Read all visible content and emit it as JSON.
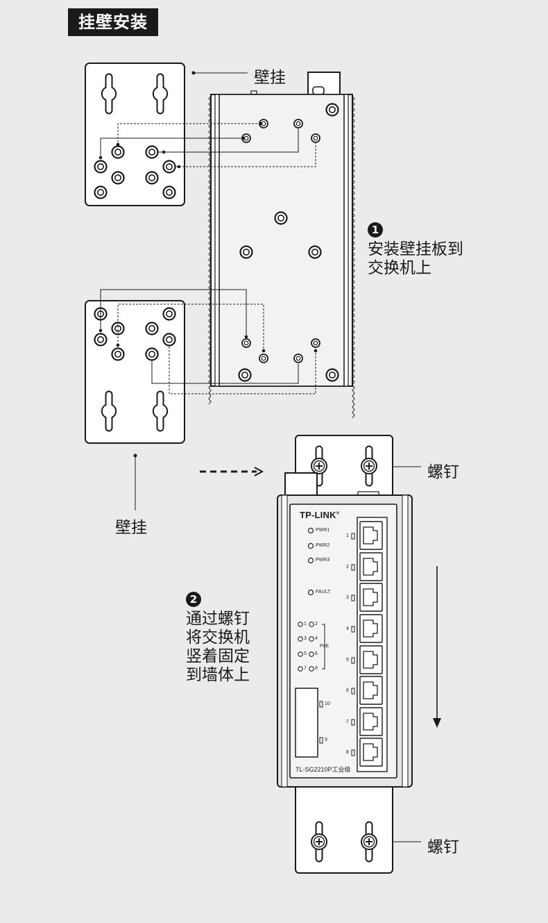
{
  "title": "挂壁安装",
  "labels": {
    "bracket_top": "壁挂",
    "bracket_bottom": "壁挂",
    "screw_top": "螺钉",
    "screw_bottom": "螺钉"
  },
  "steps": [
    {
      "number": "1",
      "text": "安装壁挂板到\n交换机上"
    },
    {
      "number": "2",
      "text": "通过螺钉\n将交换机\n竖着固定\n到墙体上"
    }
  ],
  "device": {
    "brand": "TP-LINK",
    "brand_mark": "®",
    "leds": [
      "PWR1",
      "PWR2",
      "PWR3",
      "FAULT"
    ],
    "poe_numbers": [
      "1",
      "2",
      "3",
      "4",
      "5",
      "6",
      "7",
      "8"
    ],
    "poe_label": "PoE",
    "ports": [
      "1",
      "2",
      "3",
      "4",
      "5",
      "6",
      "7",
      "8"
    ],
    "sfp_ports": [
      "10",
      "9"
    ],
    "model": "TL-SG2210P工业级"
  }
}
